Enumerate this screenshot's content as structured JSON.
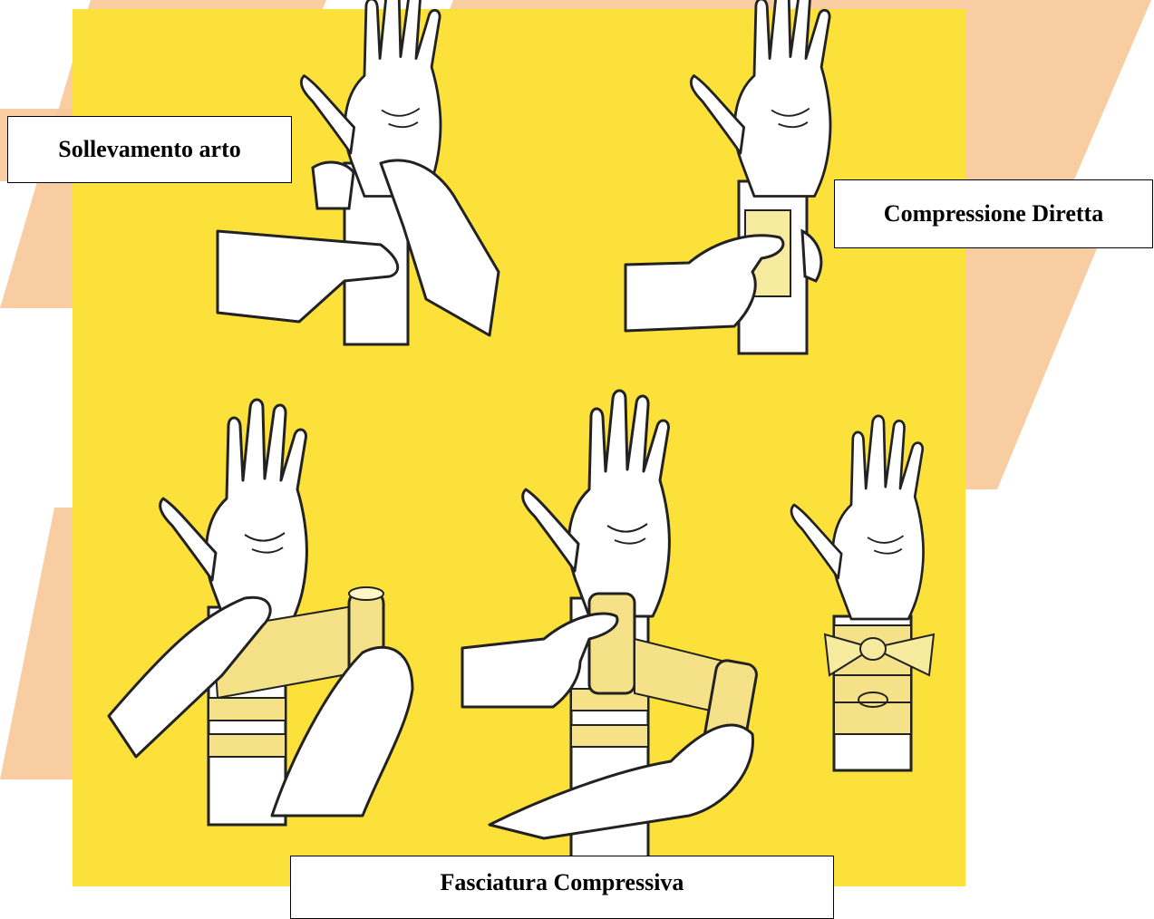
{
  "labels": {
    "elevation": "Sollevamento arto",
    "direct_compression": "Compressione Diretta",
    "compressive_bandage": "Fasciatura Compressiva"
  },
  "colors": {
    "panel_yellow": "#FCE13B",
    "stripe_orange": "#F8C898",
    "skin": "#FFFFFF",
    "gauze": "#F7EBA0",
    "bandage": "#F4E188",
    "outline": "#000000"
  },
  "illustrations": [
    "hand-elevation",
    "hand-direct-compression",
    "hand-bandage-start",
    "hand-bandage-wrap",
    "hand-bandage-tied"
  ]
}
